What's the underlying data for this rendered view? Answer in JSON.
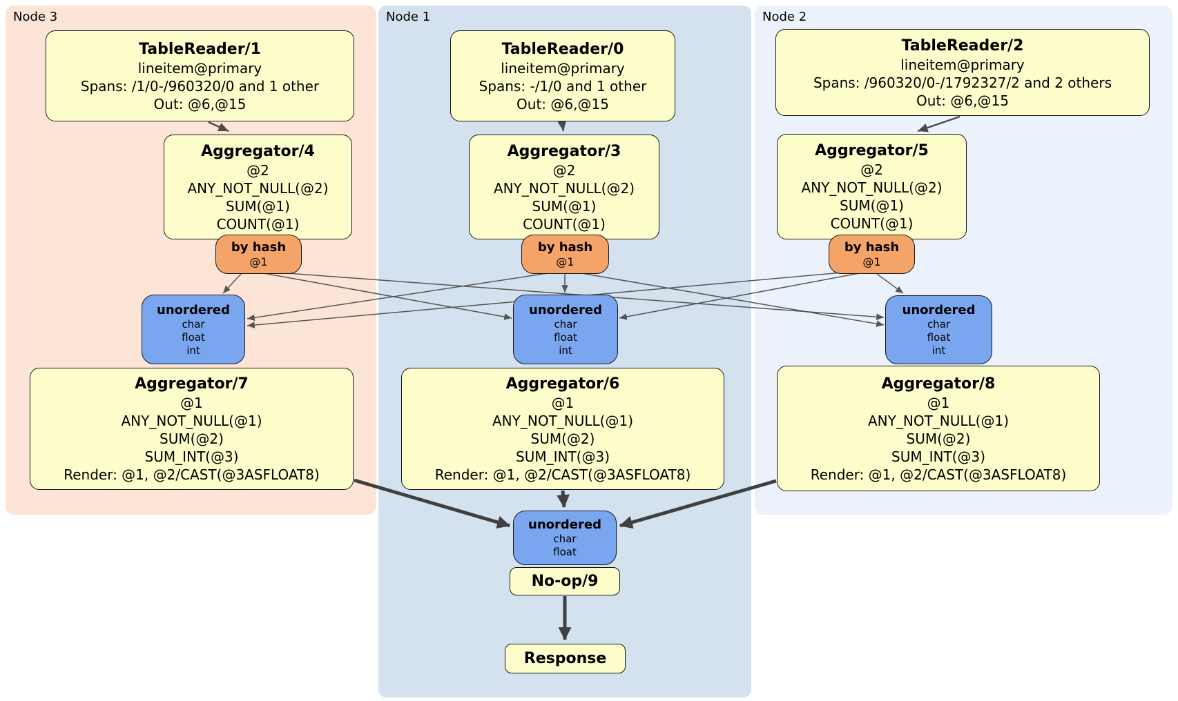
{
  "diagram": {
    "regions": [
      {
        "id": "node3",
        "label": "Node 3"
      },
      {
        "id": "node1",
        "label": "Node 1"
      },
      {
        "id": "node2",
        "label": "Node 2"
      }
    ],
    "nodes": {
      "tr1": {
        "title": "TableReader/1",
        "lines": [
          "lineitem@primary",
          "Spans: /1/0-/960320/0 and 1 other",
          "Out: @6,@15"
        ]
      },
      "tr0": {
        "title": "TableReader/0",
        "lines": [
          "lineitem@primary",
          "Spans: -/1/0 and 1 other",
          "Out: @6,@15"
        ]
      },
      "tr2": {
        "title": "TableReader/2",
        "lines": [
          "lineitem@primary",
          "Spans: /960320/0-/1792327/2 and 2 others",
          "Out: @6,@15"
        ]
      },
      "agg4": {
        "title": "Aggregator/4",
        "lines": [
          "@2",
          "ANY_NOT_NULL(@2)",
          "SUM(@1)",
          "COUNT(@1)"
        ]
      },
      "agg3": {
        "title": "Aggregator/3",
        "lines": [
          "@2",
          "ANY_NOT_NULL(@2)",
          "SUM(@1)",
          "COUNT(@1)"
        ]
      },
      "agg5": {
        "title": "Aggregator/5",
        "lines": [
          "@2",
          "ANY_NOT_NULL(@2)",
          "SUM(@1)",
          "COUNT(@1)"
        ]
      },
      "router4": {
        "title": "by hash",
        "lines": [
          "@1"
        ]
      },
      "router3": {
        "title": "by hash",
        "lines": [
          "@1"
        ]
      },
      "router5": {
        "title": "by hash",
        "lines": [
          "@1"
        ]
      },
      "sync7": {
        "title": "unordered",
        "lines": [
          "char",
          "float",
          "int"
        ]
      },
      "sync6": {
        "title": "unordered",
        "lines": [
          "char",
          "float",
          "int"
        ]
      },
      "sync8": {
        "title": "unordered",
        "lines": [
          "char",
          "float",
          "int"
        ]
      },
      "agg7": {
        "title": "Aggregator/7",
        "lines": [
          "@1",
          "ANY_NOT_NULL(@1)",
          "SUM(@2)",
          "SUM_INT(@3)",
          "Render: @1, @2/CAST(@3ASFLOAT8)"
        ]
      },
      "agg6": {
        "title": "Aggregator/6",
        "lines": [
          "@1",
          "ANY_NOT_NULL(@1)",
          "SUM(@2)",
          "SUM_INT(@3)",
          "Render: @1, @2/CAST(@3ASFLOAT8)"
        ]
      },
      "agg8": {
        "title": "Aggregator/8",
        "lines": [
          "@1",
          "ANY_NOT_NULL(@1)",
          "SUM(@2)",
          "SUM_INT(@3)",
          "Render: @1, @2/CAST(@3ASFLOAT8)"
        ]
      },
      "syncFinal": {
        "title": "unordered",
        "lines": [
          "char",
          "float"
        ]
      },
      "noop": {
        "title": "No-op/9"
      },
      "response": {
        "title": "Response"
      }
    },
    "colors": {
      "node3_bg": "#fce4d6",
      "node1_bg": "#d3e2ee",
      "node2_bg": "#ecf2fb",
      "processor_fill": "#fdfccb",
      "router_fill": "#f5a469",
      "sync_fill": "#7aa6f0",
      "edge": "#4a4a4a"
    }
  }
}
